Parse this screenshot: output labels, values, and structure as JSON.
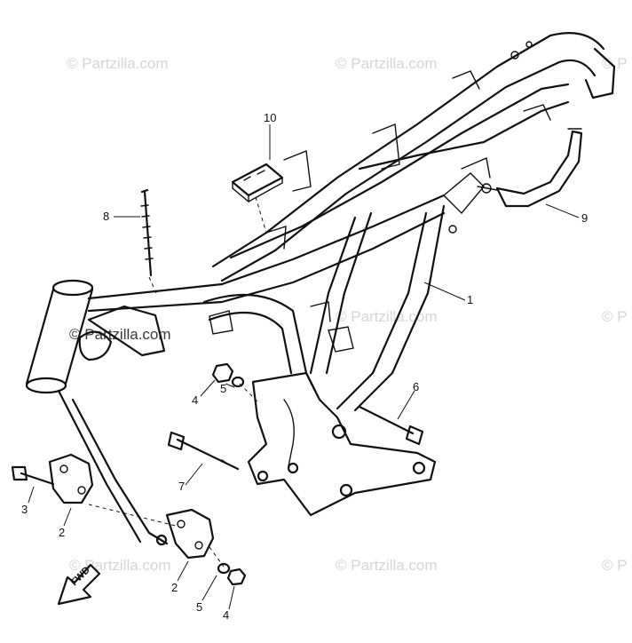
{
  "watermarks": {
    "text": "© Partzilla.com",
    "text_partial": "© P"
  },
  "callouts": {
    "c1": "1",
    "c2a": "2",
    "c2b": "2",
    "c3": "3",
    "c4a": "4",
    "c4b": "4",
    "c5a": "5",
    "c5b": "5",
    "c6": "6",
    "c7": "7",
    "c8": "8",
    "c9": "9",
    "c10": "10"
  },
  "fwd_arrow": {
    "label": "FWD"
  }
}
